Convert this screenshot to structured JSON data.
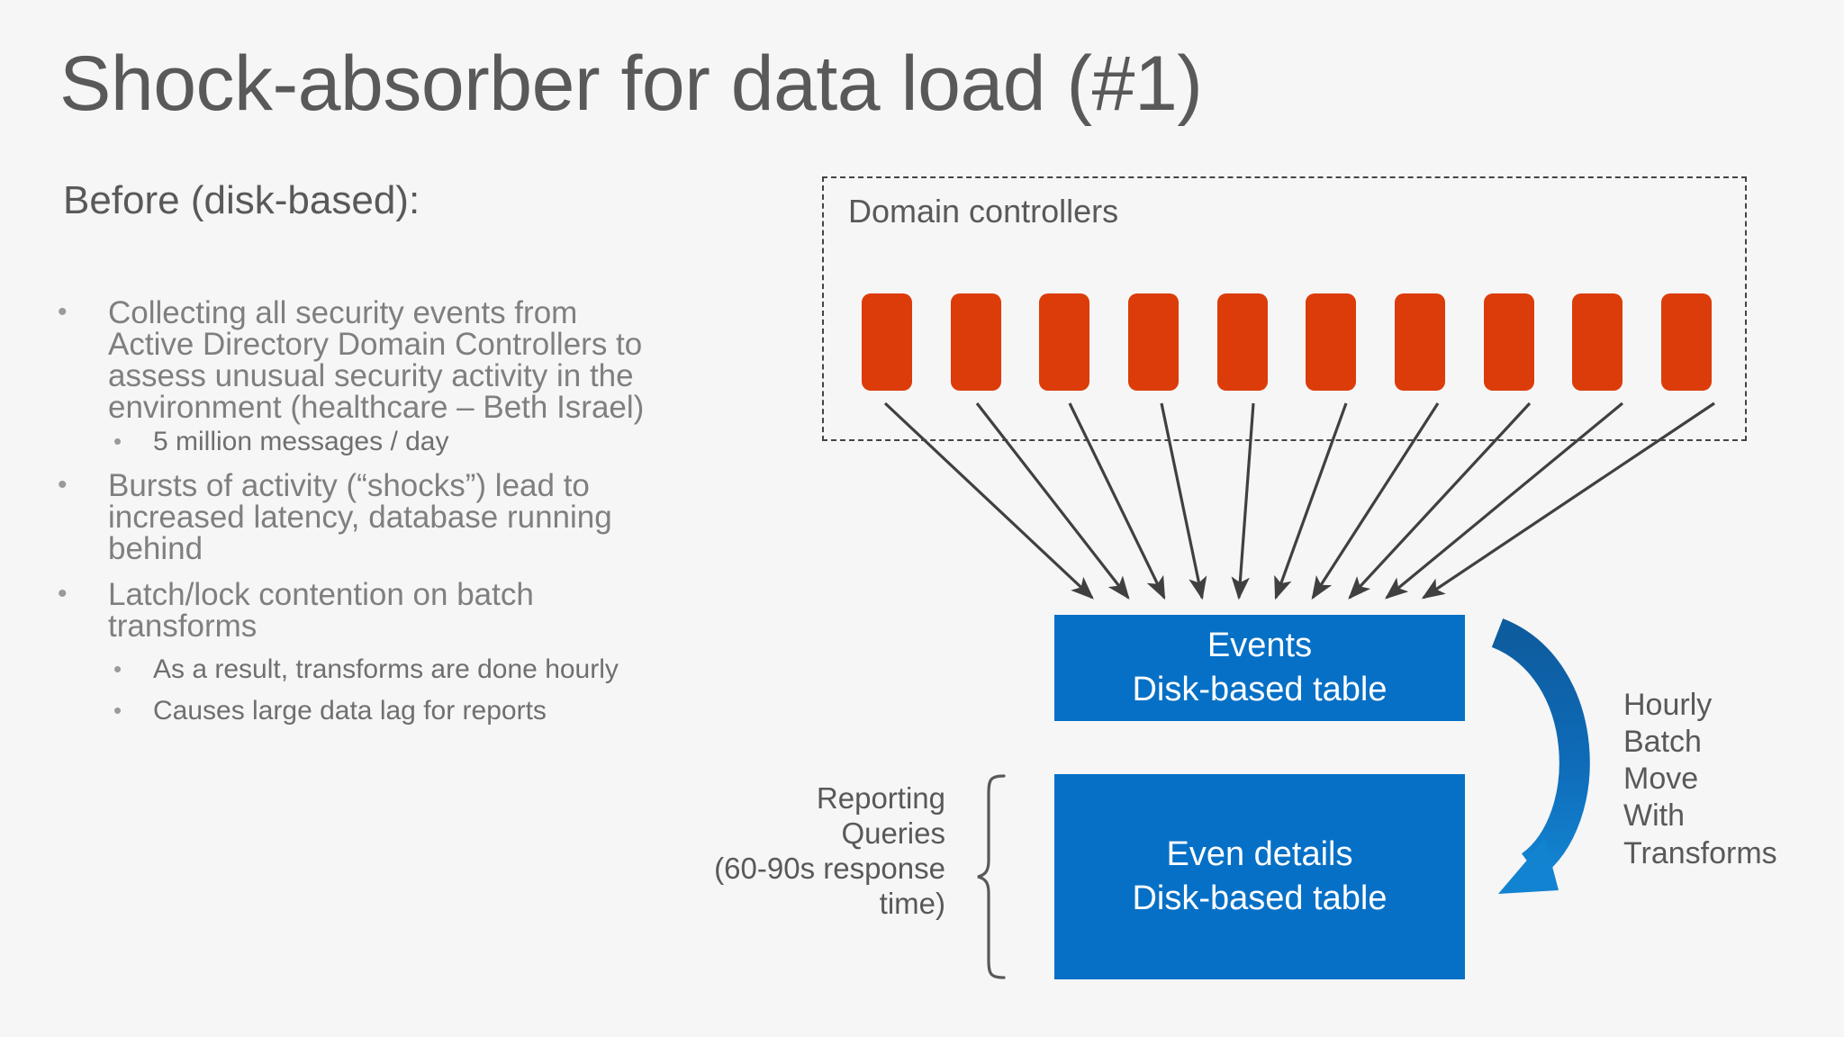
{
  "slide": {
    "title": "Shock-absorber for data load (#1)",
    "subheading": "Before (disk-based):",
    "background_color": "#f6f6f6",
    "text_color": "#595959"
  },
  "bullets": [
    {
      "level": 1,
      "marker": "•",
      "text": "Collecting all security events from Active Directory Domain Controllers to assess unusual security activity in the environment (healthcare – Beth Israel)"
    },
    {
      "level": 2,
      "marker": "•",
      "text": "5 million messages / day"
    },
    {
      "level": 1,
      "marker": "•",
      "text": "Bursts of activity (“shocks”) lead to increased latency, database running behind"
    },
    {
      "level": 1,
      "marker": "•",
      "text": "Latch/lock contention on batch transforms"
    },
    {
      "level": 2,
      "marker": "•",
      "text": "As a result, transforms are done hourly"
    },
    {
      "level": 2,
      "marker": "•",
      "text": "Causes large data lag for reports"
    }
  ],
  "diagram": {
    "domain_controllers": {
      "label": "Domain controllers",
      "node_count": 10,
      "node_color": "#dc3c0a",
      "border_style": "dashed",
      "border_color": "#444444"
    },
    "events_box": {
      "line1": "Events",
      "line2": "Disk-based table",
      "fill_color": "#0670c6",
      "text_color": "#ffffff"
    },
    "details_box": {
      "line1": "Even details",
      "line2": "Disk-based table",
      "fill_color": "#0670c6",
      "text_color": "#ffffff"
    },
    "cycle_arrow": {
      "color": "#0a6cb4",
      "direction": "down",
      "lines": [
        "Hourly",
        "Batch",
        "Move",
        "With",
        "Transforms"
      ]
    },
    "reporting_brace": {
      "lines": [
        "Reporting",
        "Queries",
        "(60-90s response",
        "time)"
      ],
      "brace_color": "#595959"
    },
    "ingest_arrows": {
      "count": 10,
      "color": "#404040"
    }
  }
}
